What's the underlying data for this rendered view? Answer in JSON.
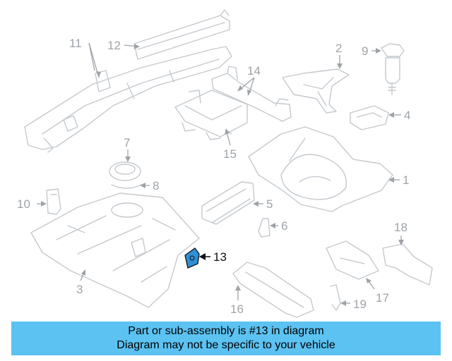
{
  "diagram": {
    "highlighted_part": "13",
    "highlight_color": "#2e8fd6",
    "callouts": {
      "c1": "1",
      "c2": "2",
      "c3": "3",
      "c4": "4",
      "c5": "5",
      "c6": "6",
      "c7": "7",
      "c8": "8",
      "c9": "9",
      "c10": "10",
      "c11": "11",
      "c12": "12",
      "c13": "13",
      "c14": "14",
      "c15": "15",
      "c16": "16",
      "c17": "17",
      "c18": "18",
      "c19": "19"
    }
  },
  "banner": {
    "line1": "Part or sub-assembly is #13 in diagram",
    "line2": "Diagram may not be specific to your vehicle",
    "background": "#5bc2f2"
  }
}
